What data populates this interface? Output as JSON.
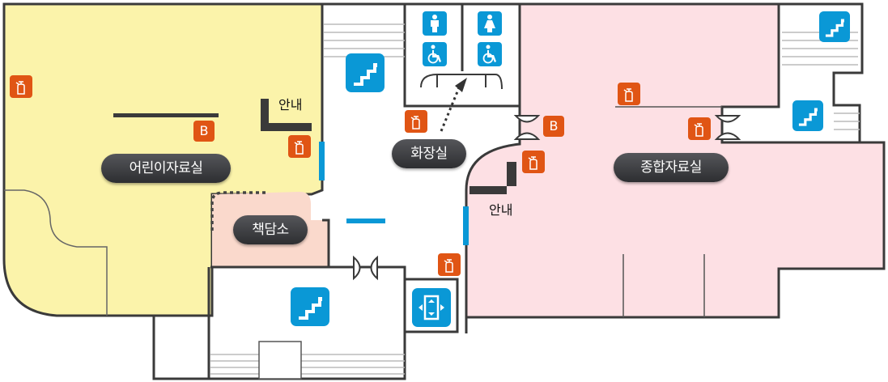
{
  "rooms": {
    "children": "어린이자료실",
    "book_talk": "책담소",
    "restroom": "화장실",
    "general": "종합자료실"
  },
  "guides": [
    "안내",
    "안내"
  ],
  "badges": {
    "basement": "B"
  },
  "icons": {
    "stairs": "stairs-icon",
    "elevator": "elevator-icon",
    "extinguisher": "fire-extinguisher-icon",
    "toilet_men": "restroom-men-icon",
    "toilet_women": "restroom-women-icon",
    "wheelchair": "wheelchair-icon"
  },
  "colors": {
    "children_room": "#fbf3aa",
    "general_room": "#fde0e4",
    "book_talk": "#fad9cc",
    "wall": "#3a3a3a",
    "accent": "#0a98d6",
    "extinguisher": "#e05514",
    "pill": "#3c3d40"
  }
}
